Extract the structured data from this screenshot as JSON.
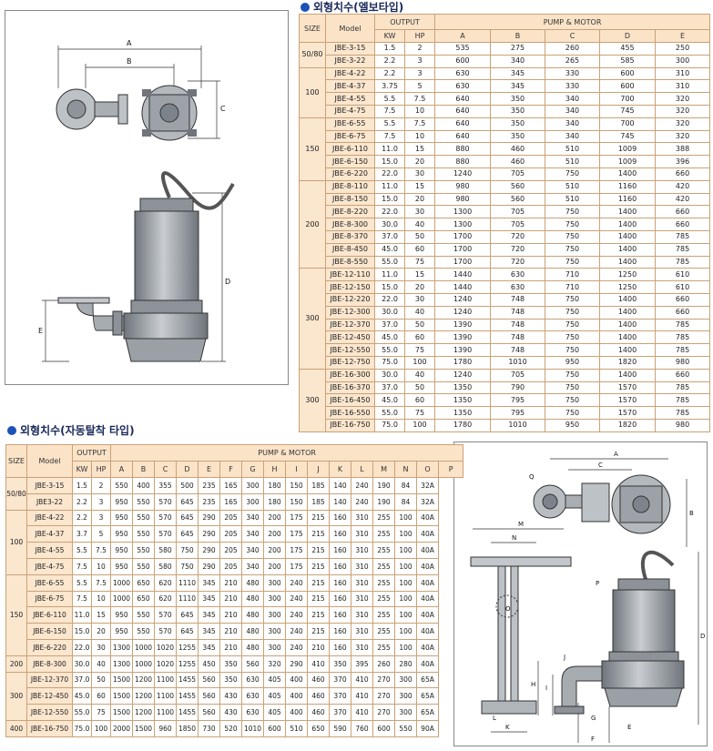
{
  "top_section": {
    "title": "외형치수(엘보타입)",
    "headers": {
      "size": "SIZE",
      "model": "Model",
      "output": "OUTPUT",
      "kw": "KW",
      "hp": "HP",
      "pump_motor": "PUMP & MOTOR",
      "dims": [
        "A",
        "B",
        "C",
        "D",
        "E"
      ]
    },
    "groups": [
      {
        "size": "50/80",
        "rows": [
          [
            "JBE-3-15",
            "1.5",
            "2",
            "535",
            "275",
            "260",
            "455",
            "250"
          ],
          [
            "JBE-3-22",
            "2.2",
            "3",
            "600",
            "340",
            "265",
            "585",
            "300"
          ]
        ]
      },
      {
        "size": "100",
        "rows": [
          [
            "JBE-4-22",
            "2.2",
            "3",
            "630",
            "345",
            "330",
            "600",
            "310"
          ],
          [
            "JBE-4-37",
            "3.75",
            "5",
            "630",
            "345",
            "330",
            "600",
            "310"
          ],
          [
            "JBE-4-55",
            "5.5",
            "7.5",
            "640",
            "350",
            "340",
            "700",
            "320"
          ],
          [
            "JBE-4-75",
            "7.5",
            "10",
            "640",
            "350",
            "340",
            "745",
            "320"
          ]
        ]
      },
      {
        "size": "150",
        "rows": [
          [
            "JBE-6-55",
            "5.5",
            "7.5",
            "640",
            "350",
            "340",
            "700",
            "320"
          ],
          [
            "JBE-6-75",
            "7.5",
            "10",
            "640",
            "350",
            "340",
            "745",
            "320"
          ],
          [
            "JBE-6-110",
            "11.0",
            "15",
            "880",
            "460",
            "510",
            "1009",
            "388"
          ],
          [
            "JBE-6-150",
            "15.0",
            "20",
            "880",
            "460",
            "510",
            "1009",
            "396"
          ],
          [
            "JBE-6-220",
            "22.0",
            "30",
            "1240",
            "705",
            "750",
            "1400",
            "660"
          ]
        ]
      },
      {
        "size": "200",
        "rows": [
          [
            "JBE-8-110",
            "11.0",
            "15",
            "980",
            "560",
            "510",
            "1160",
            "420"
          ],
          [
            "JBE-8-150",
            "15.0",
            "20",
            "980",
            "560",
            "510",
            "1160",
            "420"
          ],
          [
            "JBE-8-220",
            "22.0",
            "30",
            "1300",
            "705",
            "750",
            "1400",
            "660"
          ],
          [
            "JBE-8-300",
            "30.0",
            "40",
            "1300",
            "705",
            "750",
            "1400",
            "660"
          ],
          [
            "JBE-8-370",
            "37.0",
            "50",
            "1700",
            "720",
            "750",
            "1400",
            "785"
          ],
          [
            "JBE-8-450",
            "45.0",
            "60",
            "1700",
            "720",
            "750",
            "1400",
            "785"
          ],
          [
            "JBE-8-550",
            "55.0",
            "75",
            "1700",
            "720",
            "750",
            "1400",
            "785"
          ]
        ]
      },
      {
        "size": "300",
        "rows": [
          [
            "JBE-12-110",
            "11.0",
            "15",
            "1440",
            "630",
            "710",
            "1250",
            "610"
          ],
          [
            "JBE-12-150",
            "15.0",
            "20",
            "1440",
            "630",
            "710",
            "1250",
            "610"
          ],
          [
            "JBE-12-220",
            "22.0",
            "30",
            "1240",
            "748",
            "750",
            "1400",
            "660"
          ],
          [
            "JBE-12-300",
            "30.0",
            "40",
            "1240",
            "748",
            "750",
            "1400",
            "660"
          ],
          [
            "JBE-12-370",
            "37.0",
            "50",
            "1390",
            "748",
            "750",
            "1400",
            "785"
          ],
          [
            "JBE-12-450",
            "45.0",
            "60",
            "1390",
            "748",
            "750",
            "1400",
            "785"
          ],
          [
            "JBE-12-550",
            "55.0",
            "75",
            "1390",
            "748",
            "750",
            "1400",
            "785"
          ],
          [
            "JBE-12-750",
            "75.0",
            "100",
            "1780",
            "1010",
            "950",
            "1820",
            "980"
          ]
        ]
      },
      {
        "size": "300",
        "rows": [
          [
            "JBE-16-300",
            "30.0",
            "40",
            "1240",
            "705",
            "750",
            "1400",
            "660"
          ],
          [
            "JBE-16-370",
            "37.0",
            "50",
            "1350",
            "790",
            "750",
            "1570",
            "785"
          ],
          [
            "JBE-16-450",
            "45.0",
            "60",
            "1350",
            "795",
            "750",
            "1570",
            "785"
          ],
          [
            "JBE-16-550",
            "55.0",
            "75",
            "1350",
            "795",
            "750",
            "1570",
            "785"
          ],
          [
            "JBE-16-750",
            "75.0",
            "100",
            "1780",
            "1010",
            "950",
            "1820",
            "980"
          ]
        ]
      }
    ]
  },
  "bottom_section": {
    "title": "외형치수(자동탈착 타입)",
    "headers": {
      "size": "SIZE",
      "model": "Model",
      "output": "OUTPUT",
      "kw": "KW",
      "hp": "HP",
      "pump_motor": "PUMP & MOTOR",
      "dims": [
        "A",
        "B",
        "C",
        "D",
        "E",
        "F",
        "G",
        "H",
        "I",
        "J",
        "K",
        "L",
        "M",
        "N",
        "O",
        "P"
      ]
    },
    "groups": [
      {
        "size": "50/80",
        "rows": [
          [
            "JBE-3-15",
            "1.5",
            "2",
            "550",
            "400",
            "355",
            "500",
            "235",
            "165",
            "300",
            "180",
            "150",
            "185",
            "140",
            "240",
            "190",
            "84",
            "32A"
          ],
          [
            "JBE3-22",
            "2.2",
            "3",
            "950",
            "550",
            "570",
            "645",
            "235",
            "165",
            "300",
            "180",
            "150",
            "185",
            "140",
            "240",
            "190",
            "84",
            "32A"
          ]
        ]
      },
      {
        "size": "100",
        "rows": [
          [
            "JBE-4-22",
            "2.2",
            "3",
            "950",
            "550",
            "570",
            "645",
            "290",
            "205",
            "340",
            "200",
            "175",
            "215",
            "160",
            "310",
            "255",
            "100",
            "40A"
          ],
          [
            "JBE-4-37",
            "3.7",
            "5",
            "950",
            "550",
            "570",
            "645",
            "290",
            "205",
            "340",
            "200",
            "175",
            "215",
            "160",
            "310",
            "255",
            "100",
            "40A"
          ],
          [
            "JBE-4-55",
            "5.5",
            "7.5",
            "950",
            "550",
            "580",
            "750",
            "290",
            "205",
            "340",
            "200",
            "175",
            "215",
            "160",
            "310",
            "255",
            "100",
            "40A"
          ],
          [
            "JBE-4-75",
            "7.5",
            "10",
            "950",
            "550",
            "580",
            "750",
            "290",
            "205",
            "340",
            "200",
            "175",
            "215",
            "160",
            "310",
            "255",
            "100",
            "40A"
          ]
        ]
      },
      {
        "size": "150",
        "rows": [
          [
            "JBE-6-55",
            "5.5",
            "7.5",
            "1000",
            "650",
            "620",
            "1110",
            "345",
            "210",
            "480",
            "300",
            "240",
            "215",
            "160",
            "310",
            "255",
            "100",
            "40A"
          ],
          [
            "JBE-6-75",
            "7.5",
            "10",
            "1000",
            "650",
            "620",
            "1110",
            "345",
            "210",
            "480",
            "300",
            "240",
            "215",
            "160",
            "310",
            "255",
            "100",
            "40A"
          ],
          [
            "JBE-6-110",
            "11.0",
            "15",
            "950",
            "550",
            "570",
            "645",
            "345",
            "210",
            "480",
            "300",
            "240",
            "215",
            "160",
            "310",
            "255",
            "100",
            "40A"
          ],
          [
            "JBE-6-150",
            "15.0",
            "20",
            "950",
            "550",
            "570",
            "645",
            "345",
            "210",
            "480",
            "300",
            "240",
            "215",
            "160",
            "310",
            "255",
            "100",
            "40A"
          ],
          [
            "JBE-6-220",
            "22.0",
            "30",
            "1300",
            "1000",
            "1020",
            "1255",
            "345",
            "210",
            "480",
            "300",
            "240",
            "210",
            "160",
            "310",
            "255",
            "100",
            "40A"
          ]
        ]
      },
      {
        "size": "200",
        "rows": [
          [
            "JBE-8-300",
            "30.0",
            "40",
            "1300",
            "1000",
            "1020",
            "1255",
            "450",
            "350",
            "560",
            "320",
            "290",
            "410",
            "350",
            "395",
            "260",
            "280",
            "40A"
          ]
        ]
      },
      {
        "size": "300",
        "rows": [
          [
            "JBE-12-370",
            "37.0",
            "50",
            "1500",
            "1200",
            "1100",
            "1455",
            "560",
            "350",
            "630",
            "405",
            "400",
            "460",
            "370",
            "410",
            "270",
            "300",
            "65A"
          ],
          [
            "JBE-12-450",
            "45.0",
            "60",
            "1500",
            "1200",
            "1100",
            "1455",
            "560",
            "430",
            "630",
            "405",
            "400",
            "460",
            "370",
            "410",
            "270",
            "300",
            "65A"
          ],
          [
            "JBE-12-550",
            "55.0",
            "75",
            "1500",
            "1200",
            "1100",
            "1455",
            "560",
            "430",
            "630",
            "405",
            "400",
            "460",
            "370",
            "410",
            "270",
            "300",
            "65A"
          ]
        ]
      },
      {
        "size": "400",
        "rows": [
          [
            "JBE-16-750",
            "75.0",
            "100",
            "2000",
            "1500",
            "960",
            "1850",
            "730",
            "520",
            "1010",
            "600",
            "510",
            "650",
            "590",
            "760",
            "600",
            "550",
            "90A"
          ]
        ]
      }
    ]
  },
  "diagram_labels": {
    "elbow": [
      "A",
      "B",
      "C",
      "D",
      "E"
    ],
    "auto": [
      "A",
      "B",
      "C",
      "D",
      "E",
      "F",
      "G",
      "H",
      "I",
      "J",
      "K",
      "L",
      "M",
      "N",
      "O",
      "P",
      "Q"
    ]
  },
  "colors": {
    "accent_dot": "#1b52b8",
    "header_fill": "#fbe3c8",
    "border": "#c9a277",
    "pump_body": "#9aa0a6"
  }
}
